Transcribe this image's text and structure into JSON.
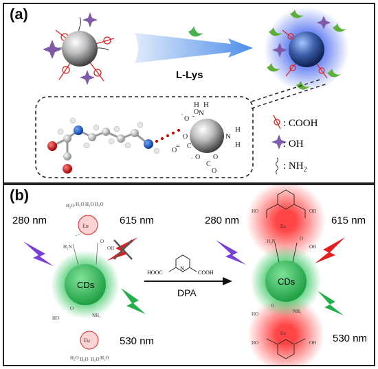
{
  "panel_a": {
    "tag": "(a)",
    "arrow_label": "L-Lys",
    "legend": [
      {
        "icon": "cooh-symbol-icon",
        "label": ": COOH"
      },
      {
        "icon": "oh-star-icon",
        "label": ": OH"
      },
      {
        "icon": "nh2-wavy-icon",
        "label": ": NH",
        "sub": "2"
      }
    ],
    "zoom_labels": {
      "h": "H",
      "n": "N"
    }
  },
  "panel_b": {
    "tag": "(b)",
    "left": {
      "excitation": "280 nm",
      "red_emission": "615 nm",
      "green_emission": "530 nm",
      "core_label": "CDs",
      "eu": "Eu",
      "h2o": "H₂O"
    },
    "reagent": {
      "name": "DPA",
      "group_left": "HOOC",
      "group_right": "COOH",
      "n": "N"
    },
    "right": {
      "excitation": "280 nm",
      "red_emission": "615 nm",
      "green_emission": "530 nm",
      "core_label": "CDs",
      "eu": "Eu",
      "ho": "HO",
      "oh": "OH"
    }
  },
  "colors": {
    "green_glow": "#2ec45a",
    "red_glow": "#ff3b3b",
    "blue_glow": "#4d6cf0",
    "purple_bolt": "#7a3fd6",
    "red_bolt": "#e61e1e",
    "green_bolt": "#23b04a",
    "arrow_blue": "#4d8ee8"
  }
}
